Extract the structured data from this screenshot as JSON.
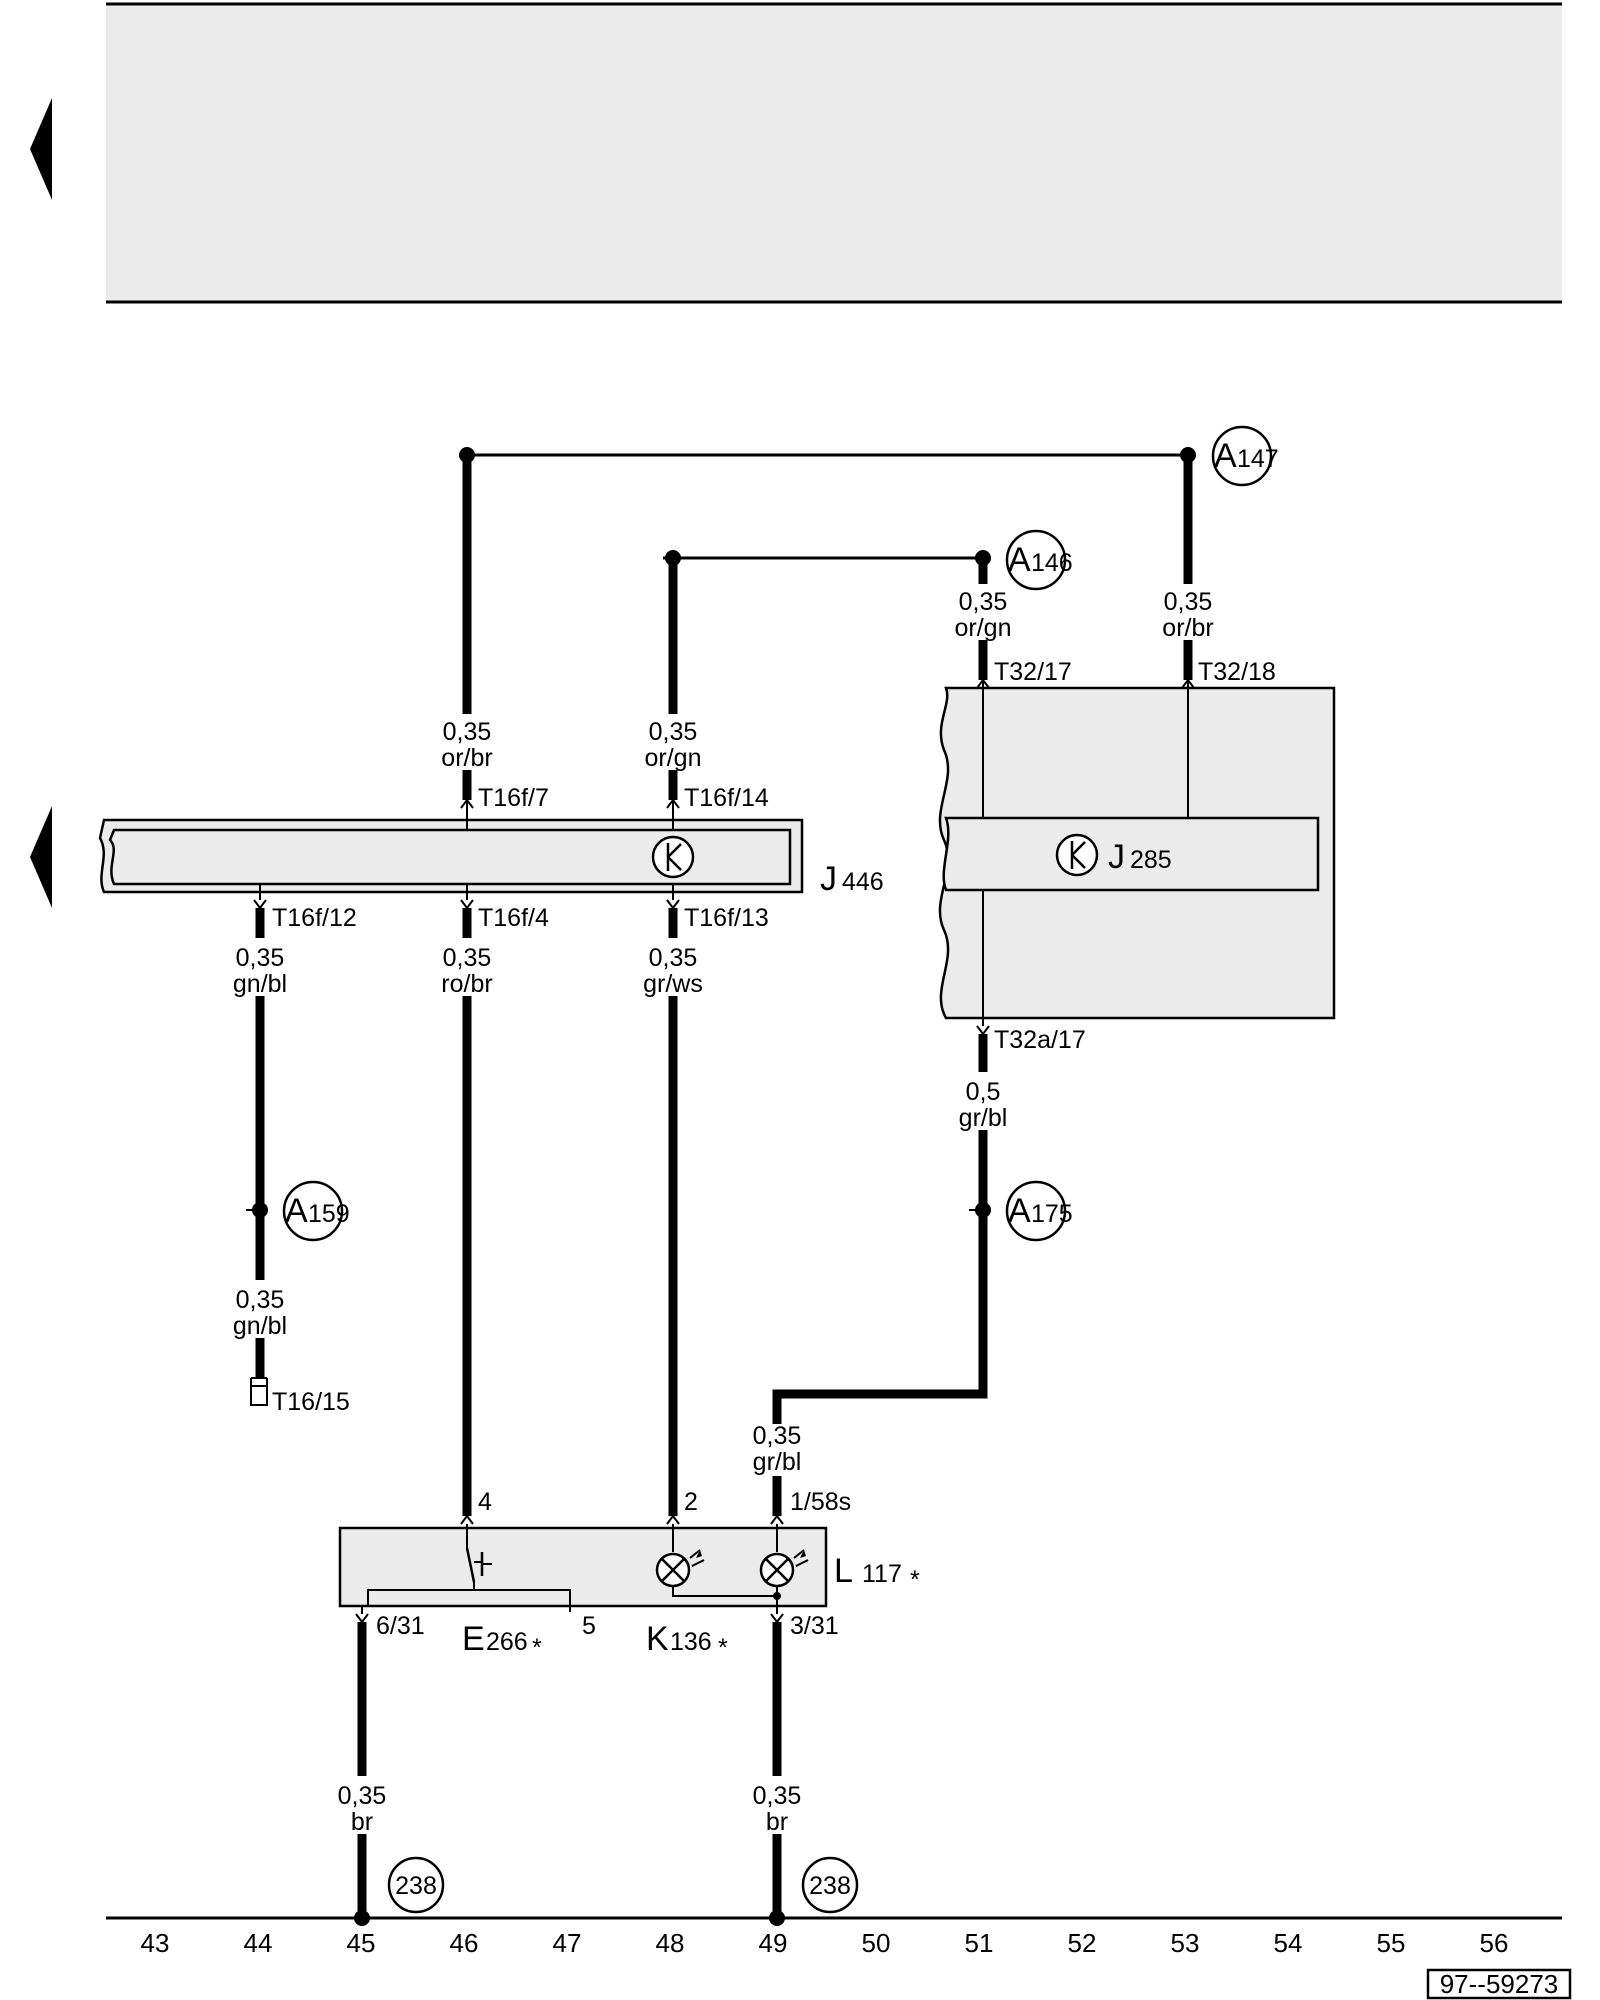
{
  "wires": {
    "w46_top": {
      "size": "0,35",
      "color": "or/br"
    },
    "w48_top": {
      "size": "0,35",
      "color": "or/gn"
    },
    "w51_top": {
      "size": "0,35",
      "color": "or/gn"
    },
    "w53_top": {
      "size": "0,35",
      "color": "or/br"
    },
    "w44_mid": {
      "size": "0,35",
      "color": "gn/bl"
    },
    "w46_mid": {
      "size": "0,35",
      "color": "ro/br"
    },
    "w48_mid": {
      "size": "0,35",
      "color": "gr/ws"
    },
    "w51_mid": {
      "size": "0,5",
      "color": "gr/bl"
    },
    "w44_low": {
      "size": "0,35",
      "color": "gn/bl"
    },
    "w49_up": {
      "size": "0,35",
      "color": "gr/bl"
    },
    "w45_bot": {
      "size": "0,35",
      "color": "br"
    },
    "w49_bot": {
      "size": "0,35",
      "color": "br"
    }
  },
  "pins": {
    "t16f_7": "T16f/7",
    "t16f_14": "T16f/14",
    "t16f_12": "T16f/12",
    "t16f_4": "T16f/4",
    "t16f_13": "T16f/13",
    "t32_17": "T32/17",
    "t32_18": "T32/18",
    "t32a_17": "T32a/17",
    "t16_15": "T16/15",
    "l117_4": "4",
    "l117_2": "2",
    "l117_1_58s": "1/58s",
    "l117_6_31": "6/31",
    "l117_3_31": "3/31",
    "l117_5": "5"
  },
  "components": {
    "j446": {
      "letter": "J",
      "num": "446"
    },
    "j285": {
      "letter": "J",
      "num": "285"
    },
    "l117": {
      "letter": "L",
      "num": "117",
      "mark": "*"
    },
    "e266": {
      "letter": "E",
      "num": "266",
      "mark": "*"
    },
    "k136": {
      "letter": "K",
      "num": "136",
      "mark": "*"
    }
  },
  "connections": {
    "a147": {
      "letter": "A",
      "num": "147"
    },
    "a146": {
      "letter": "A",
      "num": "146"
    },
    "a159": {
      "letter": "A",
      "num": "159"
    },
    "a175": {
      "letter": "A",
      "num": "175"
    },
    "g238_left": "238",
    "g238_right": "238"
  },
  "current_tracks": [
    "43",
    "44",
    "45",
    "46",
    "47",
    "48",
    "49",
    "50",
    "51",
    "52",
    "53",
    "54",
    "55",
    "56"
  ],
  "figure_id": "97--59273",
  "colors": {
    "background": "#ffffff",
    "ink": "#000000",
    "panel": "#ebebeb"
  }
}
